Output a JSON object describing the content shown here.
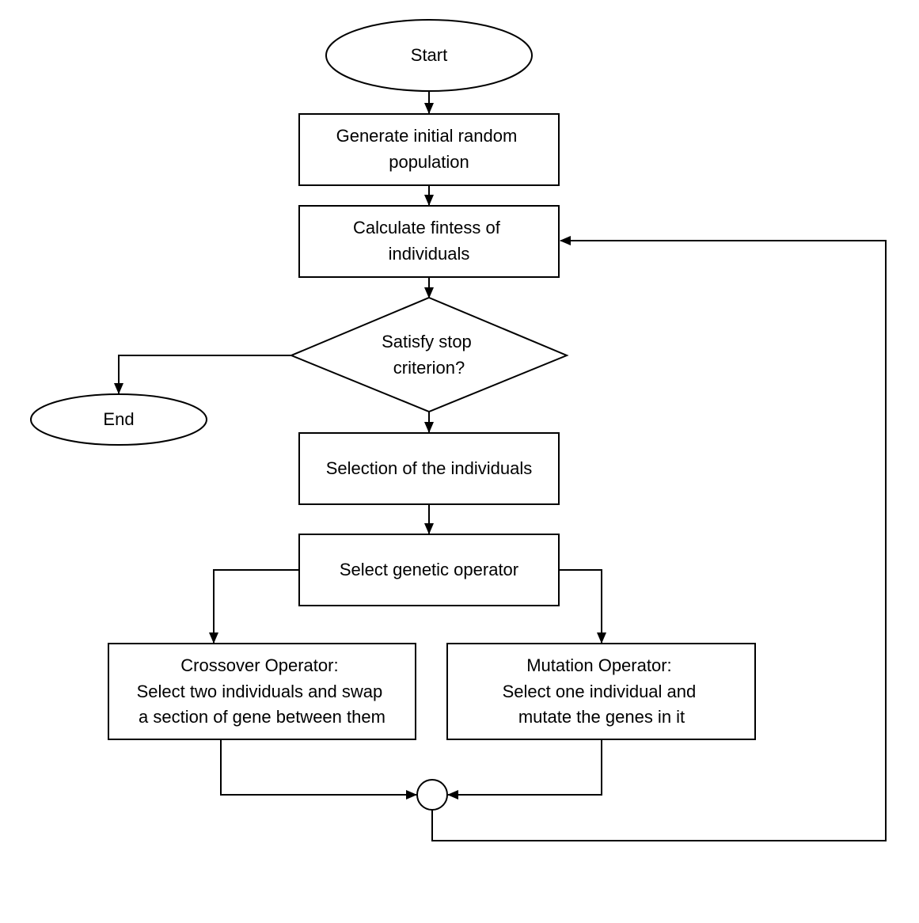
{
  "colors": {
    "stroke": "#000000",
    "fill": "#ffffff",
    "text": "#000000"
  },
  "nodes": {
    "start": {
      "shape": "ellipse",
      "lines": [
        "Start"
      ]
    },
    "generate": {
      "shape": "rectangle",
      "lines": [
        "Generate initial random",
        "population"
      ]
    },
    "fitness": {
      "shape": "rectangle",
      "lines": [
        "Calculate fintess of",
        "individuals"
      ]
    },
    "decision": {
      "shape": "diamond",
      "lines": [
        "Satisfy stop",
        "criterion?"
      ]
    },
    "end": {
      "shape": "ellipse",
      "lines": [
        "End"
      ]
    },
    "selection": {
      "shape": "rectangle",
      "lines": [
        "Selection of the individuals"
      ]
    },
    "operator": {
      "shape": "rectangle",
      "lines": [
        "Select genetic operator"
      ]
    },
    "crossover": {
      "shape": "rectangle",
      "lines": [
        "Crossover Operator:",
        "Select two individuals and swap",
        "a section of gene between them"
      ]
    },
    "mutation": {
      "shape": "rectangle",
      "lines": [
        "Mutation Operator:",
        "Select one individual and",
        "mutate the genes in it"
      ]
    },
    "merge": {
      "shape": "circle",
      "lines": []
    }
  },
  "edges": [
    {
      "from": "start",
      "to": "generate"
    },
    {
      "from": "generate",
      "to": "fitness"
    },
    {
      "from": "fitness",
      "to": "decision"
    },
    {
      "from": "decision",
      "to": "end"
    },
    {
      "from": "decision",
      "to": "selection"
    },
    {
      "from": "selection",
      "to": "operator"
    },
    {
      "from": "operator",
      "to": "crossover"
    },
    {
      "from": "operator",
      "to": "mutation"
    },
    {
      "from": "crossover",
      "to": "merge"
    },
    {
      "from": "mutation",
      "to": "merge"
    },
    {
      "from": "merge",
      "to": "fitness"
    }
  ]
}
